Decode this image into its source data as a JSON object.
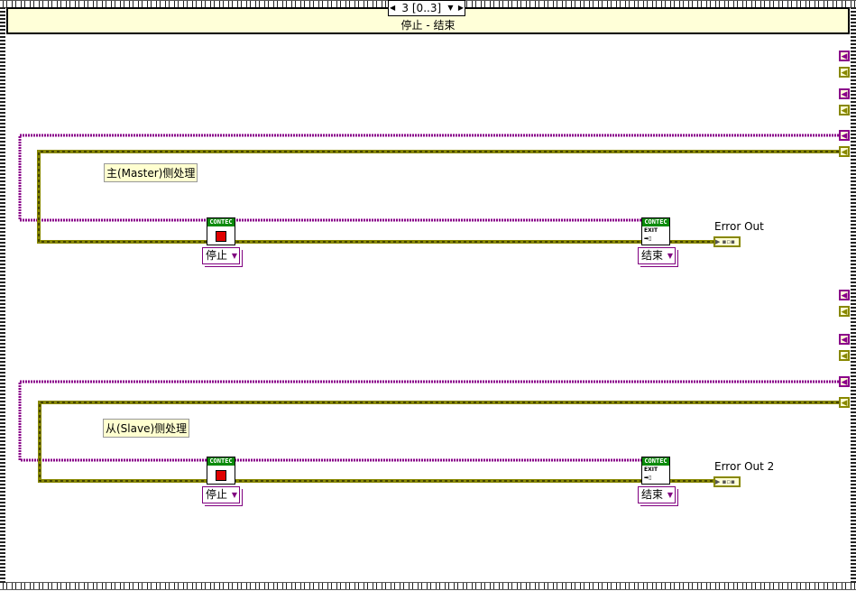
{
  "frame": {
    "selector": "3 [0..3]",
    "case_title": "停止 - 结束"
  },
  "sections": [
    {
      "comment": "主(Master)侧处理",
      "stop_enum": "停止",
      "exit_enum": "结束",
      "node_header": "CONTEC",
      "exit_text": "EXIT",
      "error_label": "Error Out"
    },
    {
      "comment": "从(Slave)侧处理",
      "stop_enum": "停止",
      "exit_enum": "结束",
      "node_header": "CONTEC",
      "exit_text": "EXIT",
      "error_label": "Error Out 2"
    }
  ],
  "colors": {
    "refnum_wire": "#8a008a",
    "error_wire": "#888800",
    "header_bg": "#ffffd8"
  }
}
